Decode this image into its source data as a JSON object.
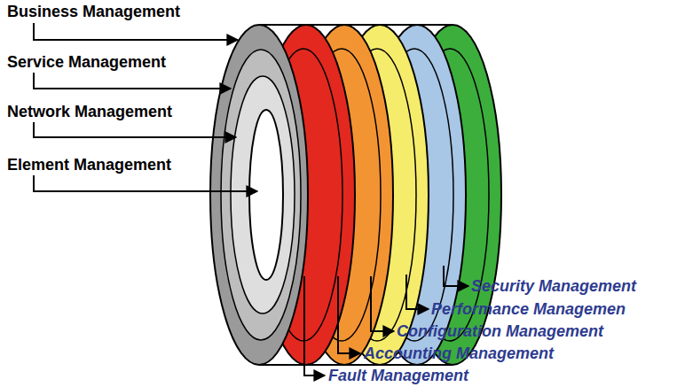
{
  "diagram": {
    "labels": [
      "Business Management",
      "Service Management",
      "Network Management",
      "Element Management",
      "Security Management",
      "Performance Managemen",
      "Configuration Management",
      "Accounting Management",
      "Fault Management"
    ]
  }
}
